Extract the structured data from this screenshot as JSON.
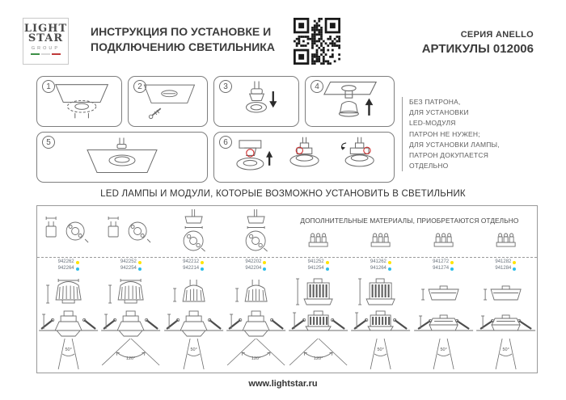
{
  "header": {
    "logo": {
      "line1": "LIGHT",
      "line2": "STAR",
      "line3": "GROUP"
    },
    "title_line1": "ИНСТРУКЦИЯ ПО УСТАНОВКЕ И",
    "title_line2": "ПОДКЛЮЧЕНИЮ СВЕТИЛЬНИКА",
    "series": "СЕРИЯ ANELLO",
    "articles": "АРТИКУЛЫ 012006"
  },
  "steps": [
    {
      "num": "1"
    },
    {
      "num": "2"
    },
    {
      "num": "3"
    },
    {
      "num": "4"
    },
    {
      "num": "5"
    },
    {
      "num": "6"
    }
  ],
  "note": {
    "lines": [
      "БЕЗ ПАТРОНА,",
      "ДЛЯ УСТАНОВКИ",
      "LED-МОДУЛЯ",
      "ПАТРОН НЕ НУЖЕН;",
      "ДЛЯ УСТАНОВКИ ЛАМПЫ,",
      "ПАТРОН ДОКУПАЕТСЯ",
      "ОТДЕЛЬНО"
    ]
  },
  "compat": {
    "title": "LED ЛАМПЫ И МОДУЛИ, КОТОРЫЕ ВОЗМОЖНО УСТАНОВИТЬ В СВЕТИЛЬНИК",
    "extras_title": "ДОПОЛНИТЕЛЬНЫЕ МАТЕРИАЛЫ, ПРИОБРЕТАЮТСЯ ОТДЕЛЬНО",
    "columns": [
      {
        "article_warm": "942262",
        "article_cool": "942264",
        "beam": "50°"
      },
      {
        "article_warm": "942252",
        "article_cool": "942254",
        "beam": "120°"
      },
      {
        "article_warm": "942212",
        "article_cool": "942214",
        "beam": "50°"
      },
      {
        "article_warm": "942202",
        "article_cool": "942204",
        "beam": "120°"
      },
      {
        "article_warm": "941252",
        "article_cool": "941254",
        "beam": "120°"
      },
      {
        "article_warm": "941262",
        "article_cool": "941264",
        "beam": "50°"
      },
      {
        "article_warm": "941272",
        "article_cool": "941274",
        "beam": "50°"
      },
      {
        "article_warm": "941282",
        "article_cool": "941284",
        "beam": "50°"
      }
    ]
  },
  "colors": {
    "warm_dot": "#ffe400",
    "cool_dot": "#2cbde8",
    "accent_red": "#cc2222",
    "flag_green": "#3d8f47",
    "flag_red": "#c03a3a"
  },
  "footer": {
    "url": "www.lightstar.ru"
  }
}
